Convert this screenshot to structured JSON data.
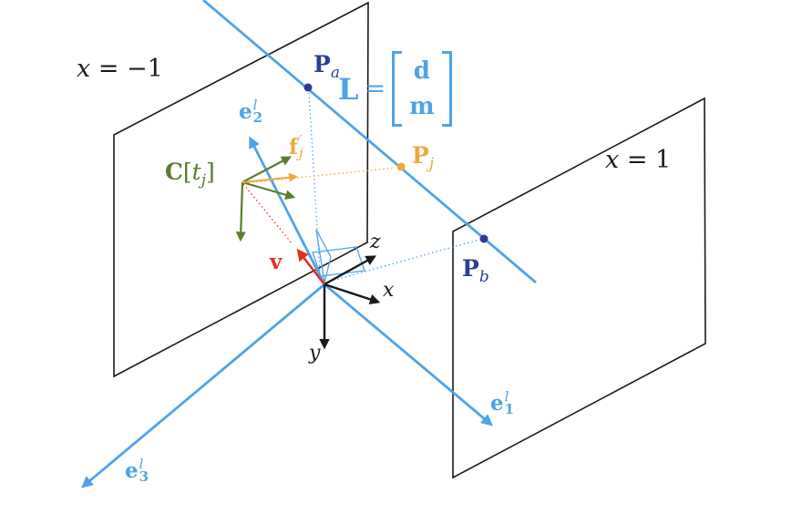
{
  "colors": {
    "line_blue": "#4fa3e8",
    "point_navy": "#2e3d96",
    "feature_orange": "#f0a83a",
    "camera_green": "#5a7d2e",
    "velocity_red": "#ea2c1f",
    "ink": "#1a1a1a"
  },
  "planes": {
    "left": {
      "x": "x",
      "rest": " = −1"
    },
    "right": {
      "x": "x",
      "rest": " = 1"
    }
  },
  "line_L": {
    "name": "L",
    "equals": "=",
    "d": "d",
    "m": "m"
  },
  "points": {
    "pa": {
      "base": "P",
      "sub": "a"
    },
    "pj": {
      "base": "P",
      "sub": "j"
    },
    "pb": {
      "base": "P",
      "sub": "b"
    }
  },
  "line_frame": {
    "e1": {
      "base": "e",
      "sup": "l",
      "sub": "1"
    },
    "e2": {
      "base": "e",
      "sup": "l",
      "sub": "2"
    },
    "e3": {
      "base": "e",
      "sup": "l",
      "sub": "3"
    }
  },
  "camera": {
    "center": {
      "c": "C",
      "open": "[",
      "t": "t",
      "sub": "j",
      "close": "]"
    },
    "feature": {
      "base": "f",
      "prime": "′",
      "sub": "j"
    }
  },
  "velocity": {
    "label": "v"
  },
  "axes": {
    "x": "x",
    "y": "y",
    "z": "z"
  }
}
